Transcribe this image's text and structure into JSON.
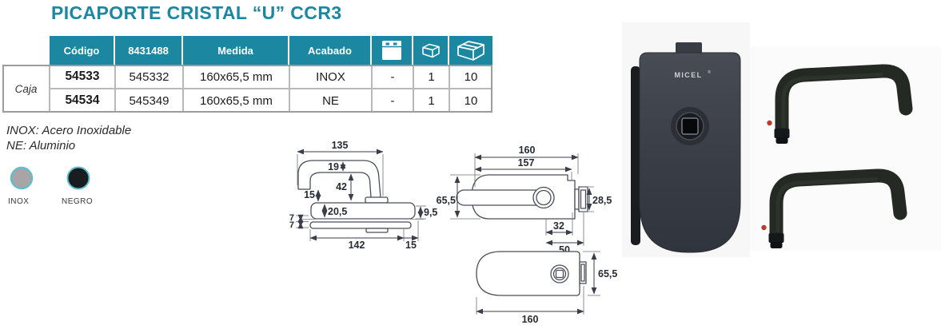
{
  "title": "PICAPORTE CRISTAL “U” CCR3",
  "table": {
    "group_label": "Caja",
    "headers": {
      "codigo": "Código",
      "ean_prefix": "8431488",
      "medida": "Medida",
      "acabado": "Acabado"
    },
    "icon_columns": [
      "blister-pack-icon",
      "unit-box-icon",
      "master-carton-icon"
    ],
    "rows": [
      {
        "codigo": "54533",
        "ean": "545332",
        "medida": "160x65,5 mm",
        "acabado": "INOX",
        "blister": "-",
        "unit_pack": "1",
        "master_pack": "10"
      },
      {
        "codigo": "54534",
        "ean": "545349",
        "medida": "160x65,5 mm",
        "acabado": "NE",
        "blister": "-",
        "unit_pack": "1",
        "master_pack": "10"
      }
    ]
  },
  "legend": {
    "finish_note_inox": "INOX: Acero Inoxidable",
    "finish_note_ne": "NE: Aluminio",
    "swatches": [
      {
        "label": "INOX",
        "color": "#a9a5a7"
      },
      {
        "label": "NEGRO",
        "color": "#1a1d20"
      }
    ]
  },
  "drawings": {
    "side_view": {
      "overall_width": "135",
      "tube_diameter": "19",
      "grip_height": "42",
      "tip_clearance": "15",
      "rosette_thickness": "20,5",
      "back_plate_thickness": "9,5",
      "glass_gap_front": "7",
      "glass_gap_back": "7",
      "rosette_length": "142",
      "overhang": "15"
    },
    "top_view": {
      "overall_length": "160",
      "body_length": "157",
      "body_height": "65,5",
      "latch_height": "28,5",
      "latch_inset": "32",
      "latch_span": "50"
    },
    "front_view": {
      "body_height": "65,5",
      "overall_length": "160"
    }
  },
  "photos": {
    "brand": "MICEL",
    "brand_mark": "®"
  },
  "colors": {
    "accent": "#1b87a1",
    "swatch_ring": "#5fbecd"
  }
}
